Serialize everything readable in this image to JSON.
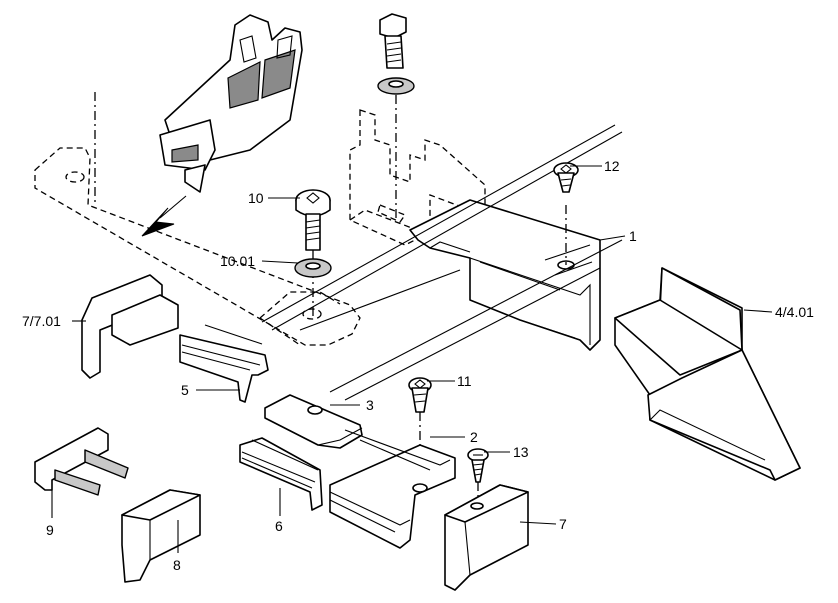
{
  "diagram": {
    "callouts": [
      {
        "id": "c12",
        "text": "12"
      },
      {
        "id": "c1",
        "text": "1"
      },
      {
        "id": "c10",
        "text": "10"
      },
      {
        "id": "c1001",
        "text": "10.01"
      },
      {
        "id": "c4401",
        "text": "4/4.01"
      },
      {
        "id": "c7701",
        "text": "7/7.01"
      },
      {
        "id": "c11",
        "text": "11"
      },
      {
        "id": "c5",
        "text": "5"
      },
      {
        "id": "c3",
        "text": "3"
      },
      {
        "id": "c2",
        "text": "2"
      },
      {
        "id": "c13",
        "text": "13"
      },
      {
        "id": "c9",
        "text": "9"
      },
      {
        "id": "c6",
        "text": "6"
      },
      {
        "id": "c7",
        "text": "7"
      },
      {
        "id": "c8",
        "text": "8"
      }
    ]
  }
}
